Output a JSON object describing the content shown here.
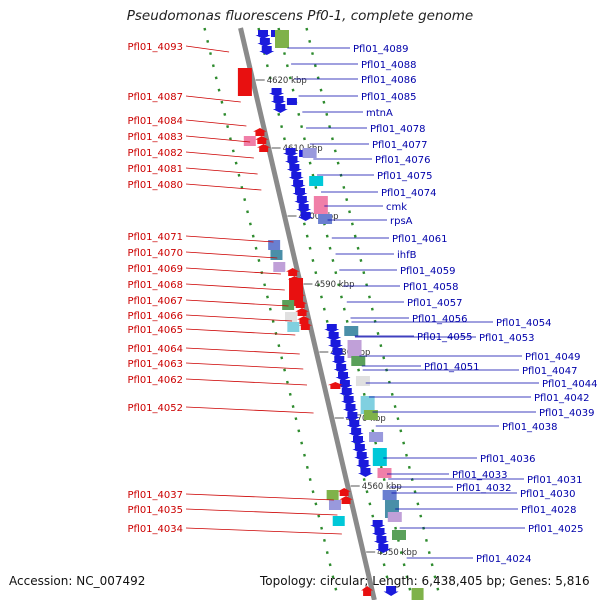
{
  "title": "Pseudomonas fluorescens Pf0-1, complete genome",
  "footer": {
    "accession": "Accession: NC_007492",
    "stats": "Topology: circular; Length: 6,438,405 bp; Genes: 5,816"
  },
  "colors": {
    "backbone": "#8a8a8a",
    "track_dots": "#2e8b2e",
    "reverse_strand": "#e81010",
    "forward_strand": "#1a1adc",
    "left_labels": "#cc0000",
    "right_labels": "#0000aa",
    "tick_labels": "#333333"
  },
  "ticks": [
    "4620 kbp",
    "4610 kbp",
    "4600 kbp",
    "4590 kbp",
    "4580 kbp",
    "4570 kbp",
    "4560 kbp",
    "4550 kbp"
  ],
  "left_labels": [
    "Pfl01_4093",
    "Pfl01_4087",
    "Pfl01_4084",
    "Pfl01_4083",
    "Pfl01_4082",
    "Pfl01_4081",
    "Pfl01_4080",
    "Pfl01_4071",
    "Pfl01_4070",
    "Pfl01_4069",
    "Pfl01_4068",
    "Pfl01_4067",
    "Pfl01_4066",
    "Pfl01_4065",
    "Pfl01_4064",
    "Pfl01_4063",
    "Pfl01_4062",
    "Pfl01_4052",
    "Pfl01_4037",
    "Pfl01_4035",
    "Pfl01_4034"
  ],
  "right_labels": [
    "Pfl01_4089",
    "Pfl01_4088",
    "Pfl01_4086",
    "Pfl01_4085",
    "mtnA",
    "Pfl01_4078",
    "Pfl01_4077",
    "Pfl01_4076",
    "Pfl01_4075",
    "Pfl01_4074",
    "cmk",
    "rpsA",
    "Pfl01_4061",
    "ihfB",
    "Pfl01_4059",
    "Pfl01_4058",
    "Pfl01_4057",
    "Pfl01_4056",
    "Pfl01_4054",
    "Pfl01_4055",
    "Pfl01_4053",
    "Pfl01_4051",
    "Pfl01_4049",
    "Pfl01_4047",
    "Pfl01_4044",
    "Pfl01_4042",
    "Pfl01_4039",
    "Pfl01_4038",
    "Pfl01_4036",
    "Pfl01_4033",
    "Pfl01_4031",
    "Pfl01_4032",
    "Pfl01_4030",
    "Pfl01_4028",
    "Pfl01_4025",
    "Pfl01_4024"
  ]
}
